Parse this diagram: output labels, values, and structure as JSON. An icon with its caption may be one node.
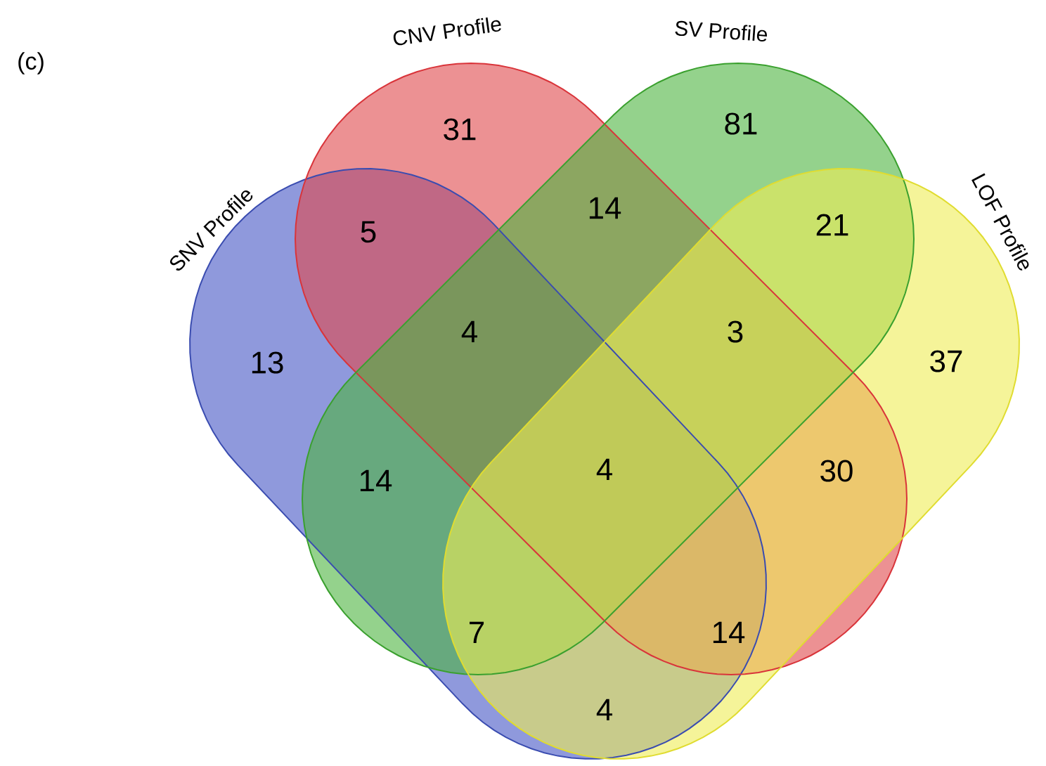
{
  "diagram": {
    "nodes": [
      {
        "text": [
          "SNV Profile"
        ]
      },
      {
        "text": [
          "CNV Profile"
        ]
      },
      {
        "text": [
          "SV Profile"
        ]
      },
      {
        "text": [
          "LOF Profile"
        ]
      }
    ],
    "labels": [
      "(c)",
      "31",
      "81",
      "5",
      "14",
      "21",
      "13",
      "4",
      "3",
      "37",
      "14",
      "4",
      "30",
      "7",
      "14",
      "4"
    ]
  }
}
